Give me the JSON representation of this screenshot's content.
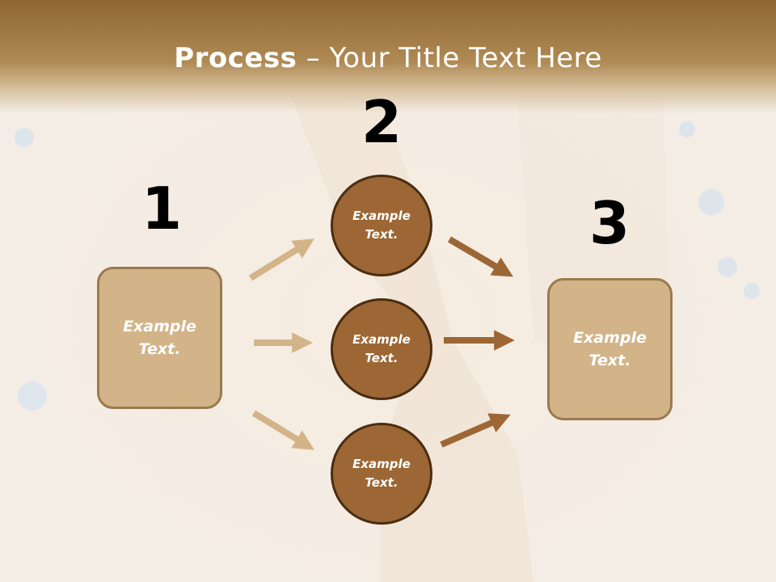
{
  "title": {
    "bold": "Process",
    "rest": " – Your Title Text Here"
  },
  "steps": {
    "n1": "1",
    "n2": "2",
    "n3": "3"
  },
  "left_box": {
    "text1": "Example",
    "text2": "Text."
  },
  "right_box": {
    "text1": "Example",
    "text2": "Text."
  },
  "circles": [
    {
      "text1": "Example",
      "text2": "Text."
    },
    {
      "text1": "Example",
      "text2": "Text."
    },
    {
      "text1": "Example",
      "text2": "Text."
    }
  ],
  "colors": {
    "light_arrow": "#d2b488",
    "dark_arrow": "#9c6734",
    "circle": "#9c6734",
    "box": "#d2b488"
  }
}
